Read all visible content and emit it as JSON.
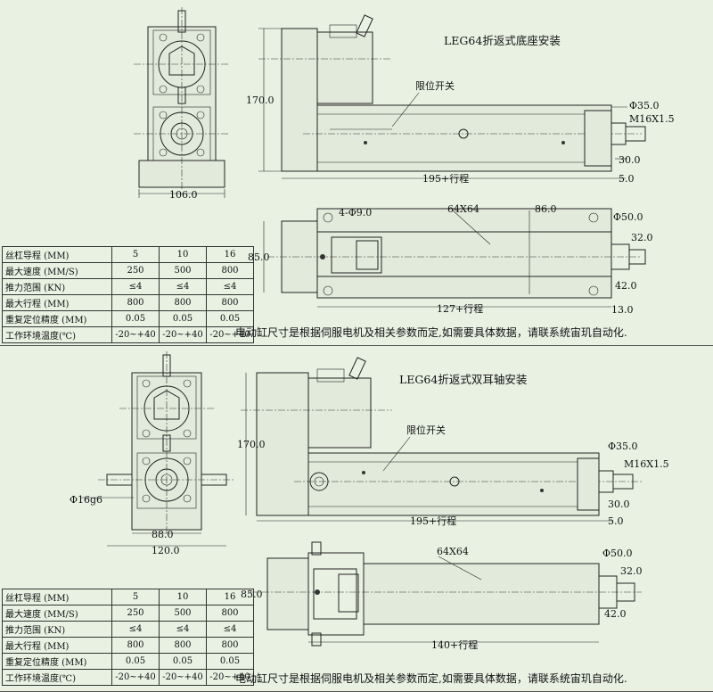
{
  "panels": [
    {
      "title": "LEG64折返式底座安装",
      "limit_switch": "限位开关",
      "dims": {
        "d_top": "106.0",
        "h_side": "170.0",
        "d_shaft": "Φ35.0",
        "thread": "M16X1.5",
        "d_30": "30.0",
        "d_5": "5.0",
        "stroke_top": "195+行程",
        "holes": "4-Φ9.0",
        "profile": "64X64",
        "d_86": "86.0",
        "d_50": "Φ50.0",
        "d_32": "32.0",
        "h_85": "85.0",
        "d_42": "42.0",
        "stroke_bottom": "127+行程",
        "d_13": "13.0"
      },
      "table": [
        [
          "丝杠导程 (MM)",
          "5",
          "10",
          "16"
        ],
        [
          "最大速度 (MM/S)",
          "250",
          "500",
          "800"
        ],
        [
          "推力范围 (KN)",
          "≤4",
          "≤4",
          "≤4"
        ],
        [
          "最大行程 (MM)",
          "800",
          "800",
          "800"
        ],
        [
          "重复定位精度 (MM)",
          "0.05",
          "0.05",
          "0.05"
        ],
        [
          "工作环境温度(℃)",
          "-20~+40",
          "-20~+40",
          "-20~+40"
        ]
      ],
      "note": "电动缸尺寸是根据伺服电机及相关参数而定,如需要具体数据，请联系统宙玑自动化."
    },
    {
      "title": "LEG64折返式双耳轴安装",
      "limit_switch": "限位开关",
      "dims": {
        "d_pin": "Φ16g6",
        "d_88": "88.0",
        "d_120": "120.0",
        "h_side": "170.0",
        "d_shaft": "Φ35.0",
        "thread": "M16X1.5",
        "d_30": "30.0",
        "d_5": "5.0",
        "stroke_top": "195+行程",
        "profile": "64X64",
        "d_50": "Φ50.0",
        "d_32": "32.0",
        "h_85": "85.0",
        "d_42": "42.0",
        "stroke_bottom": "140+行程"
      },
      "table": [
        [
          "丝杠导程 (MM)",
          "5",
          "10",
          "16"
        ],
        [
          "最大速度 (MM/S)",
          "250",
          "500",
          "800"
        ],
        [
          "推力范围 (KN)",
          "≤4",
          "≤4",
          "≤4"
        ],
        [
          "最大行程 (MM)",
          "800",
          "800",
          "800"
        ],
        [
          "重复定位精度 (MM)",
          "0.05",
          "0.05",
          "0.05"
        ],
        [
          "工作环境温度(℃)",
          "-20~+40",
          "-20~+40",
          "-20~+40"
        ]
      ],
      "note": "电动缸尺寸是根据伺服电机及相关参数而定,如需要具体数据，请联系统宙玑自动化."
    }
  ]
}
